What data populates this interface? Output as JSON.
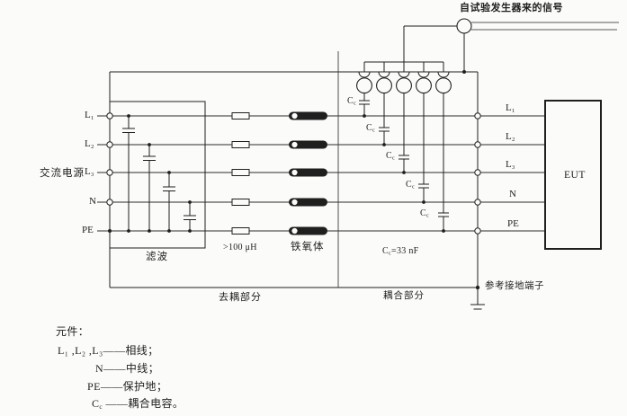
{
  "colors": {
    "paper": "#fbfbf9",
    "ink": "#1f1f1f"
  },
  "generator": {
    "label": "自试验发生器来的信号"
  },
  "source": {
    "label": "交流电源"
  },
  "lines": {
    "left": [
      "L₁",
      "L₂",
      "L₃",
      "N",
      "PE"
    ],
    "right": [
      "L₁",
      "L₂",
      "L₃",
      "N",
      "PE"
    ]
  },
  "components": {
    "filter": "滤波",
    "inductor_value": ">100 μH",
    "ferrite": "铁氧体",
    "cap_main": "C",
    "cap_sub": "c",
    "cap_value_suffix": "=33 nF"
  },
  "sections": {
    "decoupling": "去耦部分",
    "coupling": "耦合部分",
    "reference_ground": "参考接地端子"
  },
  "eut": {
    "label": "EUT"
  },
  "legend": {
    "title": "元件：",
    "items": [
      {
        "symbol": "L₁ ,L₂ ,L₃",
        "desc": "——相线；"
      },
      {
        "symbol": "N",
        "desc": "——中线；"
      },
      {
        "symbol": "PE",
        "desc": "——保护地；"
      },
      {
        "symbol_main": "C",
        "symbol_sub": "c",
        "desc": "——耦合电容。"
      }
    ]
  }
}
